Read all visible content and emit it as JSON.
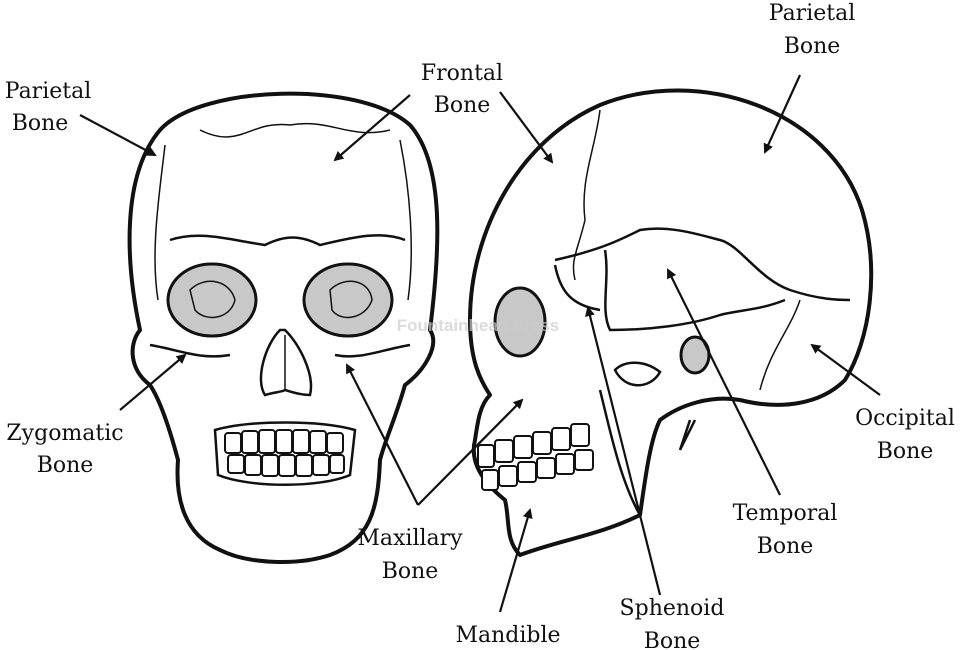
{
  "watermark": "Fountainhead Press",
  "labels": {
    "parietal_left": [
      "Parietal",
      "Bone"
    ],
    "frontal": [
      "Frontal",
      "Bone"
    ],
    "parietal_right": [
      "Parietal",
      "Bone"
    ],
    "zygomatic": [
      "Zygomatic",
      "Bone"
    ],
    "maxillary": [
      "Maxillary",
      "Bone"
    ],
    "mandible": [
      "Mandible"
    ],
    "sphenoid": [
      "Sphenoid",
      "Bone"
    ],
    "temporal": [
      "Temporal",
      "Bone"
    ],
    "occipital": [
      "Occipital",
      "Bone"
    ]
  }
}
